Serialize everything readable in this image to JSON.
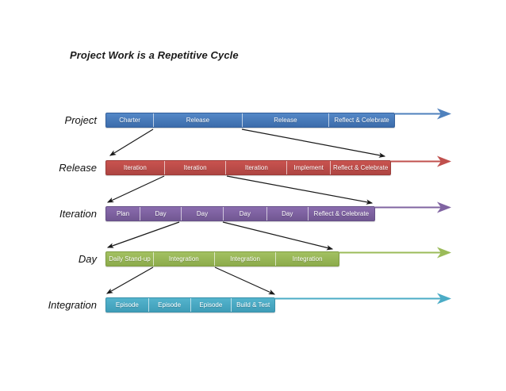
{
  "title": "Project Work is a Repetitive Cycle",
  "rows": [
    {
      "label": "Project",
      "color": "#4f81bd",
      "segments": [
        {
          "label": "Charter"
        },
        {
          "label": "Release"
        },
        {
          "label": "Release"
        },
        {
          "label": "Reflect & Celebrate"
        }
      ]
    },
    {
      "label": "Release",
      "color": "#c0504d",
      "segments": [
        {
          "label": "Iteration"
        },
        {
          "label": "Iteration"
        },
        {
          "label": "Iteration"
        },
        {
          "label": "Implement"
        },
        {
          "label": "Reflect & Celebrate"
        }
      ]
    },
    {
      "label": "Iteration",
      "color": "#8064a2",
      "segments": [
        {
          "label": "Plan"
        },
        {
          "label": "Day"
        },
        {
          "label": "Day"
        },
        {
          "label": "Day"
        },
        {
          "label": "Day"
        },
        {
          "label": "Reflect & Celebrate"
        }
      ]
    },
    {
      "label": "Day",
      "color": "#9bbb59",
      "segments": [
        {
          "label": "Daily Stand-up"
        },
        {
          "label": "Integration"
        },
        {
          "label": "Integration"
        },
        {
          "label": "Integration"
        }
      ]
    },
    {
      "label": "Integration",
      "color": "#4bacc6",
      "segments": [
        {
          "label": "Episode"
        },
        {
          "label": "Episode"
        },
        {
          "label": "Episode"
        },
        {
          "label": "Build & Test"
        }
      ]
    }
  ],
  "connector_color": "#1a1a1a"
}
